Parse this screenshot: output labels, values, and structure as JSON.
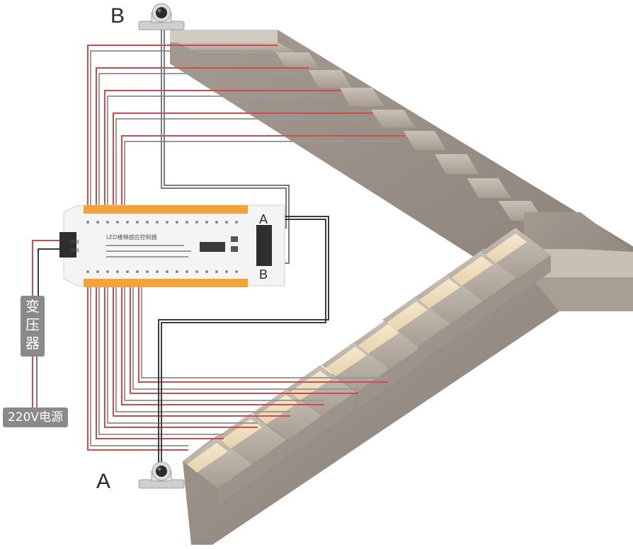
{
  "labels": {
    "sensor_b": "B",
    "sensor_a": "A",
    "port_a": "A",
    "port_b": "B",
    "transformer": [
      "变",
      "压",
      "器"
    ],
    "power_source": "220V电源",
    "controller_title": "LED楼梯感应控制器",
    "power_terminal_top": "负极",
    "power_terminal_bottom": "正极"
  },
  "colors": {
    "wire_red": "#d24a4a",
    "wire_dark": "#3a3a3a",
    "controller_body": "#f4f4f4",
    "terminal_orange": "#f2a33a",
    "stair_concrete": "#b9afa5",
    "stair_light": "#f3e2c2",
    "label_box": "#8a8a8a"
  },
  "icons": {
    "sensor": "pir-sensor-icon",
    "display": "digital-display-icon"
  }
}
